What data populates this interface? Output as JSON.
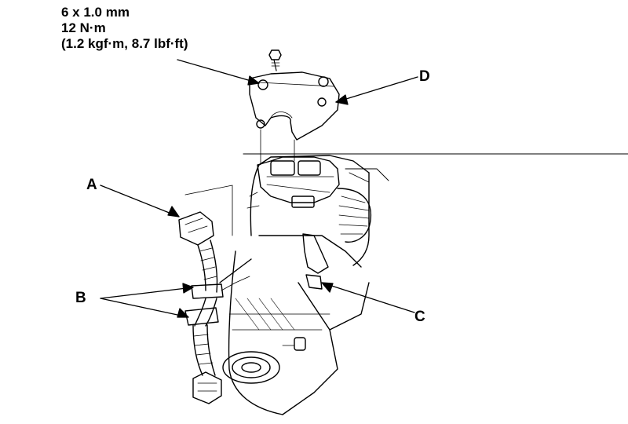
{
  "torque_spec": {
    "bolt_size": "6 x 1.0 mm",
    "torque_metric": "12 N·m",
    "torque_alt": "(1.2 kgf·m, 8.7 lbf·ft)"
  },
  "callouts": {
    "a": "A",
    "b": "B",
    "c": "C",
    "d": "D"
  }
}
